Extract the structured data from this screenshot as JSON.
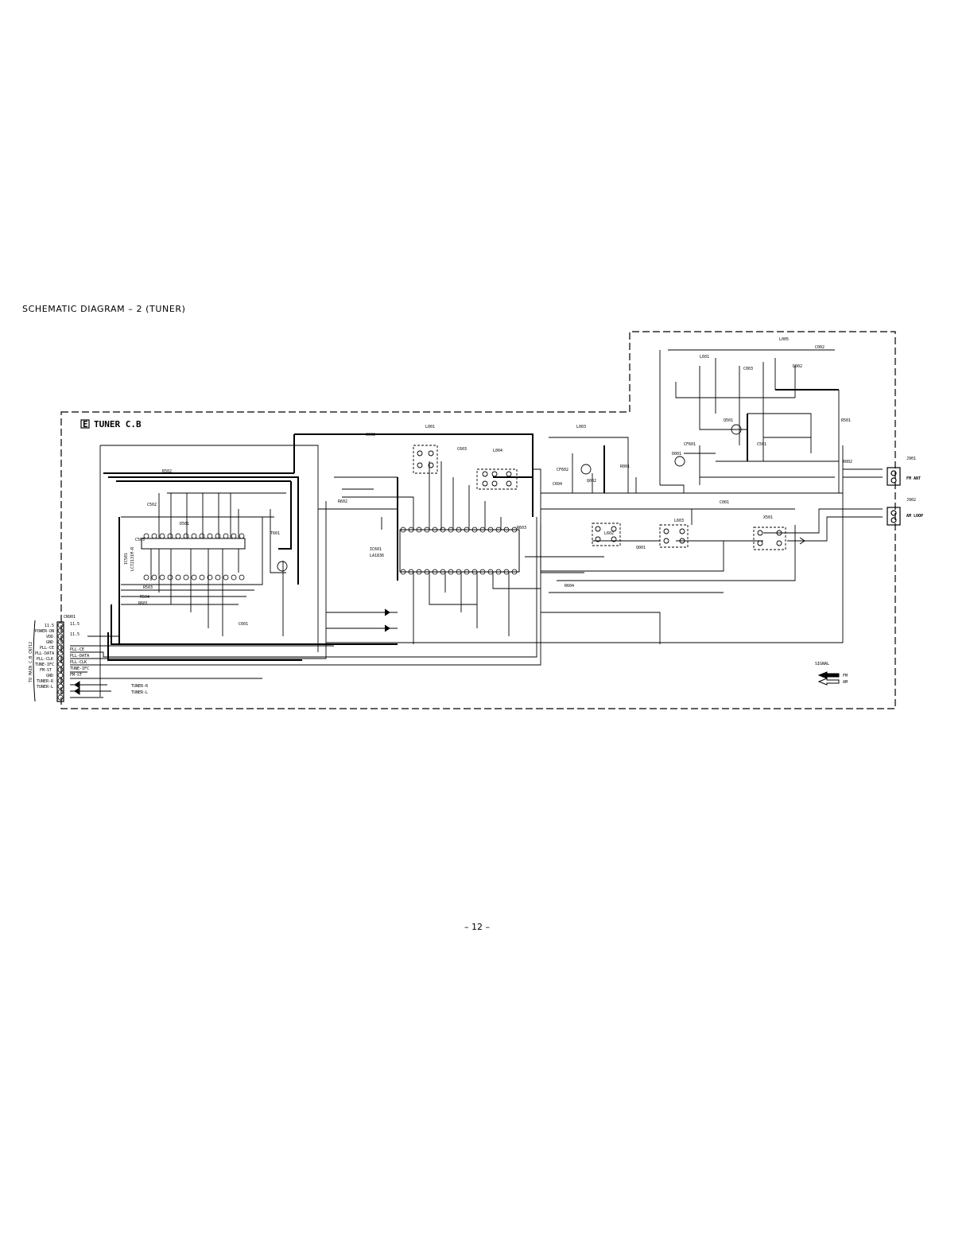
{
  "title": "SCHEMATIC DIAGRAM – 2 (TUNER)",
  "page_number": "– 12 –",
  "board": {
    "letter": "E",
    "name": "TUNER C.B"
  },
  "connector": {
    "ref": "CN901",
    "side_label": "TO MAIN C.B CN712",
    "pins": [
      "1",
      "2",
      "3",
      "4",
      "5",
      "6",
      "7",
      "8",
      "9",
      "10",
      "11",
      "12",
      "13",
      "14"
    ],
    "signals": [
      "11.5",
      "POWER-ON",
      "VDD",
      "GND",
      "PLL-CE",
      "PLL-DATA",
      "PLL-CLK",
      "TUNE-IFC",
      "FM-ST",
      "GND",
      "TUNER-R",
      "TUNER-L"
    ]
  },
  "ics": [
    {
      "ref": "IC501",
      "part": "LC72131M-R"
    },
    {
      "ref": "IC601",
      "part": "LA1836"
    }
  ],
  "antennas": [
    {
      "ref": "J901",
      "label": "FM ANT"
    },
    {
      "ref": "J902",
      "label": "AM LOOP"
    }
  ],
  "components": [
    "L001",
    "L003",
    "L004",
    "L005",
    "L601",
    "L602",
    "L603",
    "X501",
    "T601",
    "CF601",
    "CF602",
    "R001",
    "R002",
    "R501",
    "R502",
    "R503",
    "R504",
    "R601",
    "R602",
    "R603",
    "R604",
    "C001",
    "C002",
    "C003",
    "C501",
    "C502",
    "C503",
    "C601",
    "C602",
    "C603",
    "C604",
    "Q001",
    "Q002",
    "Q501",
    "D001",
    "D002",
    "D501"
  ],
  "legend": {
    "title": "SIGNAL",
    "items": [
      {
        "label": "FM",
        "style": "solid"
      },
      {
        "label": "AM",
        "style": "outline"
      }
    ]
  }
}
